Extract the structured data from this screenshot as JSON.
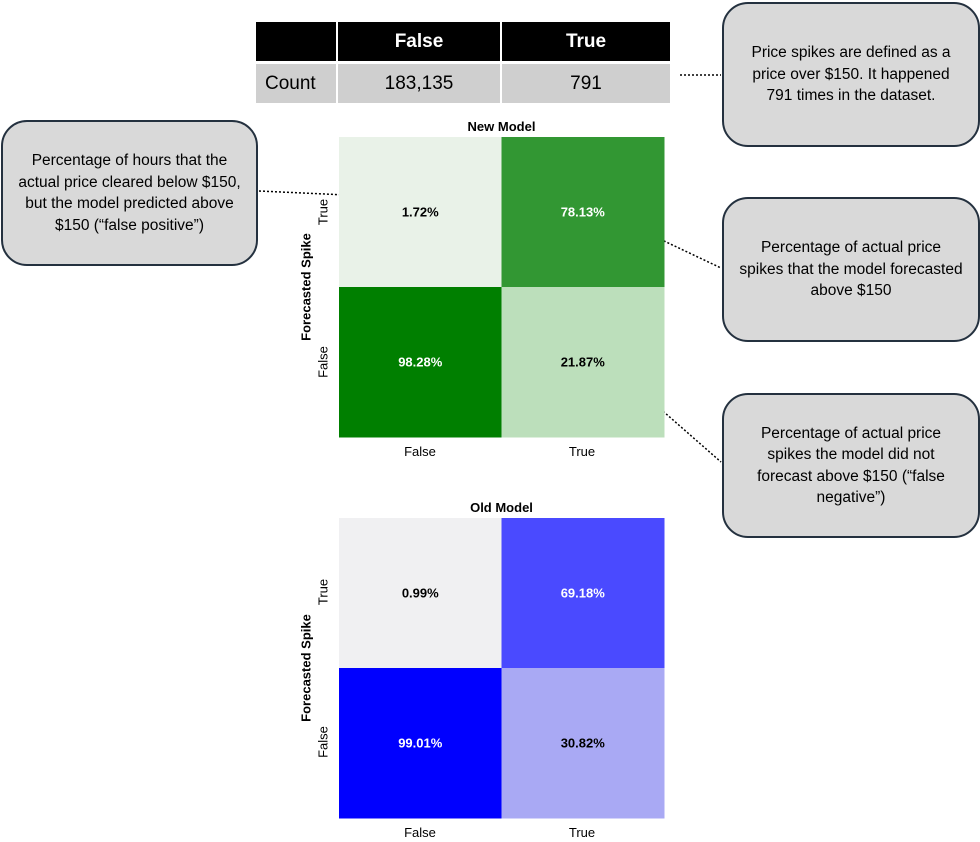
{
  "count_table": {
    "headers": [
      "",
      "False",
      "True"
    ],
    "row": [
      "Count",
      "183,135",
      "791"
    ]
  },
  "callouts": {
    "spikes_definition": "Price spikes are defined as a price over $150. It happened 791 times in the dataset.",
    "false_positive": "Percentage of hours that the actual price cleared below $150, but the model predicted above $150 (“false positive”)",
    "true_positive": "Percentage of actual price spikes that the model forecasted above $150",
    "false_negative": "Percentage of actual price spikes the model did not forecast above $150 (“false negative”)"
  },
  "chart_data": [
    {
      "type": "heatmap",
      "title": "New Model",
      "ylabel": "Forecasted Spike",
      "xlabel": "",
      "x_categories": [
        "False",
        "True"
      ],
      "y_categories": [
        "True",
        "False"
      ],
      "values": [
        [
          1.72,
          78.13
        ],
        [
          98.28,
          21.87
        ]
      ],
      "labels": [
        [
          "1.72%",
          "78.13%"
        ],
        [
          "98.28%",
          "21.87%"
        ]
      ],
      "colors": [
        [
          "#e9f2e8",
          "#329733"
        ],
        [
          "#007f00",
          "#bcdfbb"
        ]
      ],
      "text_colors": [
        [
          "#000000",
          "#ffffff"
        ],
        [
          "#ffffff",
          "#000000"
        ]
      ]
    },
    {
      "type": "heatmap",
      "title": "Old Model",
      "ylabel": "Forecasted Spike",
      "xlabel": "",
      "x_categories": [
        "False",
        "True"
      ],
      "y_categories": [
        "True",
        "False"
      ],
      "values": [
        [
          0.99,
          69.18
        ],
        [
          99.01,
          30.82
        ]
      ],
      "labels": [
        [
          "0.99%",
          "69.18%"
        ],
        [
          "99.01%",
          "30.82%"
        ]
      ],
      "colors": [
        [
          "#f0f0f2",
          "#4a4aff"
        ],
        [
          "#0000ff",
          "#a9a9f4"
        ]
      ],
      "text_colors": [
        [
          "#000000",
          "#ffffff"
        ],
        [
          "#ffffff",
          "#000000"
        ]
      ]
    }
  ]
}
